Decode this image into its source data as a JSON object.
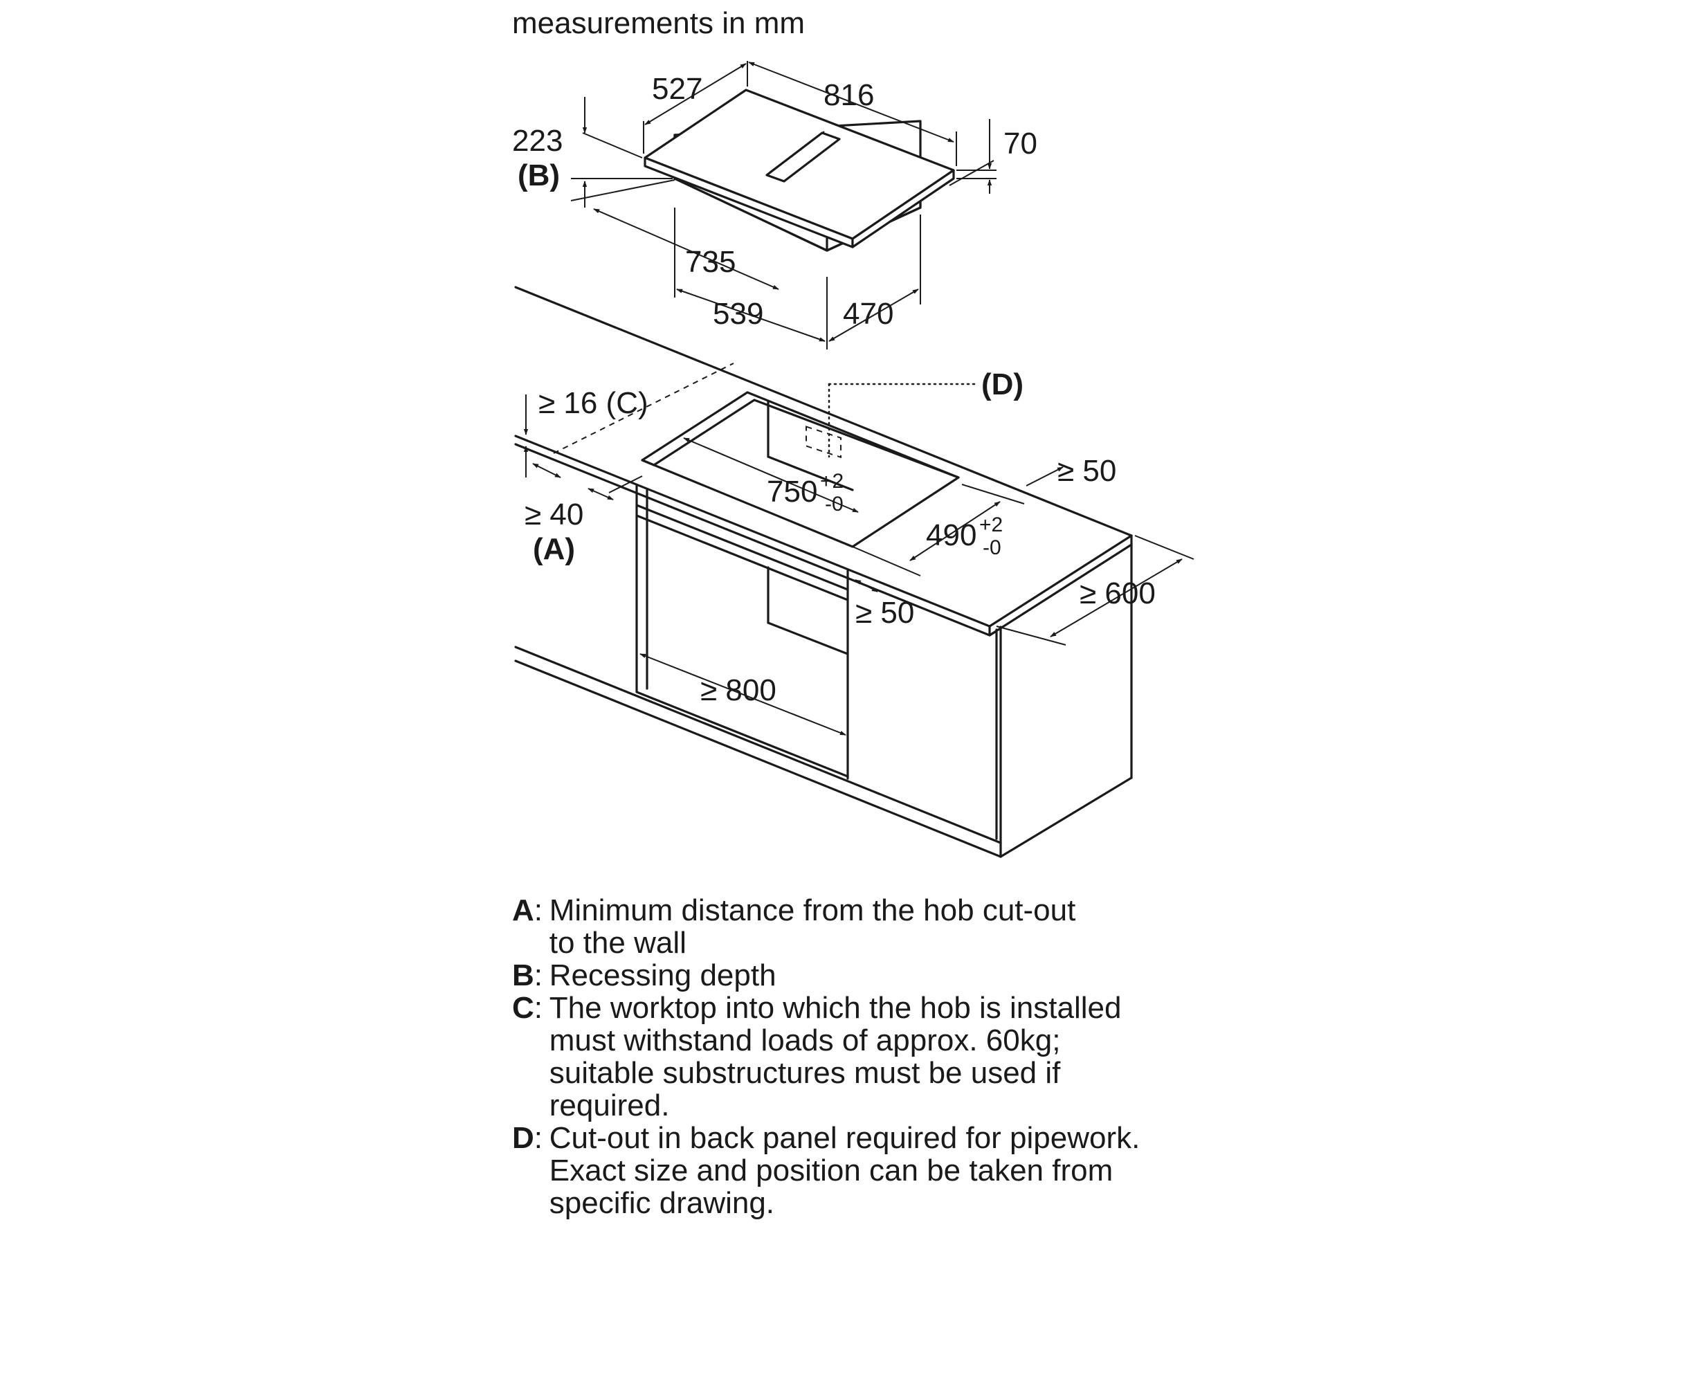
{
  "header": "measurements in mm",
  "dimensions": {
    "hob_depth": "527",
    "hob_width": "816",
    "hob_height": "70",
    "recess_depth": "223",
    "recess_key": "(B)",
    "body_width": "735",
    "body_depth_front": "539",
    "body_depth_side": "470",
    "worktop_thickness": "≥ 16 (C)",
    "wall_distance": "≥ 40",
    "wall_key": "(A)",
    "cutout_width": "750",
    "cutout_width_tol_plus": "+2",
    "cutout_width_tol_minus": "-0",
    "cutout_depth": "490",
    "cutout_depth_tol_plus": "+2",
    "cutout_depth_tol_minus": "-0",
    "back_panel_key": "(D)",
    "side_clearance": "≥ 50",
    "front_clearance": "≥ 50",
    "worktop_depth": "≥ 600",
    "cabinet_width": "≥ 800"
  },
  "legend": [
    {
      "key": "A",
      "text": "Minimum distance from the hob cut-out\nto the wall"
    },
    {
      "key": "B",
      "text": "Recessing depth"
    },
    {
      "key": "C",
      "text": "The worktop into which the hob is installed\nmust withstand loads of approx. 60kg;\nsuitable substructures must be used if\nrequired."
    },
    {
      "key": "D",
      "text": "Cut-out in back panel required for pipework.\nExact size and position can be taken from\nspecific drawing."
    }
  ]
}
